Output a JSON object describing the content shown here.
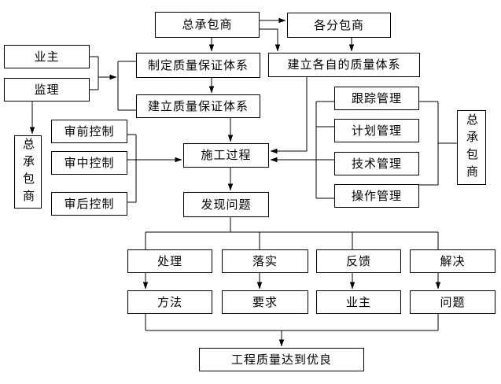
{
  "diagram": {
    "type": "flowchart",
    "colors": {
      "line": "#000000",
      "box_border": "#000000",
      "box_fill": "#ffffff",
      "text": "#000000",
      "background": "#ffffff"
    },
    "nodes": {
      "general_contractor_top": {
        "label": "总承包商"
      },
      "subcontractors": {
        "label": "各分包商"
      },
      "owner": {
        "label": "业主"
      },
      "supervisor": {
        "label": "监理"
      },
      "formulate_qa_system": {
        "label": "制定质量保证体系"
      },
      "establish_qa_system": {
        "label": "建立质量保证体系"
      },
      "establish_own_quality_system": {
        "label": "建立各自的质量体系"
      },
      "tracking_management": {
        "label": "跟踪管理"
      },
      "planning_management": {
        "label": "计划管理"
      },
      "technical_management": {
        "label": "技术管理"
      },
      "operation_management": {
        "label": "操作管理"
      },
      "general_contractor_right": {
        "label": "总承包商"
      },
      "pre_audit_control": {
        "label": "审前控制"
      },
      "mid_audit_control": {
        "label": "审中控制"
      },
      "post_audit_control": {
        "label": "审后控制"
      },
      "general_contractor_left": {
        "label": "总承包商"
      },
      "construction_process": {
        "label": "施工过程"
      },
      "find_problems": {
        "label": "发现问题"
      },
      "handle": {
        "label": "处理"
      },
      "implement": {
        "label": "落实"
      },
      "feedback": {
        "label": "反馈"
      },
      "solve": {
        "label": "解决"
      },
      "method": {
        "label": "方法"
      },
      "requirement": {
        "label": "要求"
      },
      "owner_bottom": {
        "label": "业主"
      },
      "problem": {
        "label": "问题"
      },
      "quality_excellent": {
        "label": "工程质量达到优良"
      }
    }
  }
}
